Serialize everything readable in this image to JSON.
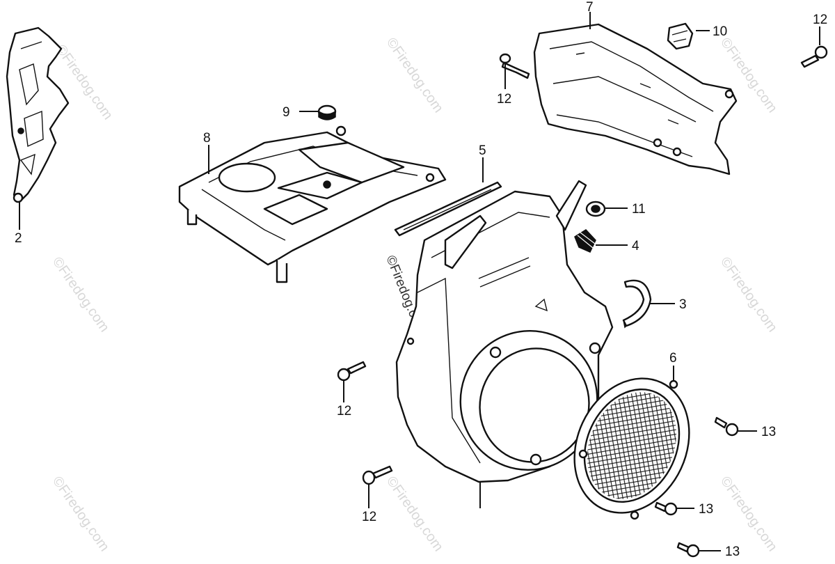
{
  "watermark": "©Firedog.com",
  "callouts": {
    "c2": "2",
    "c3": "3",
    "c4": "4",
    "c5": "5",
    "c6": "6",
    "c7": "7",
    "c8": "8",
    "c9": "9",
    "c10": "10",
    "c11": "11",
    "c12a": "12",
    "c12b": "12",
    "c12c": "12",
    "c12d": "12",
    "c13a": "13",
    "c13b": "13",
    "c13c": "13",
    "c1": ""
  }
}
